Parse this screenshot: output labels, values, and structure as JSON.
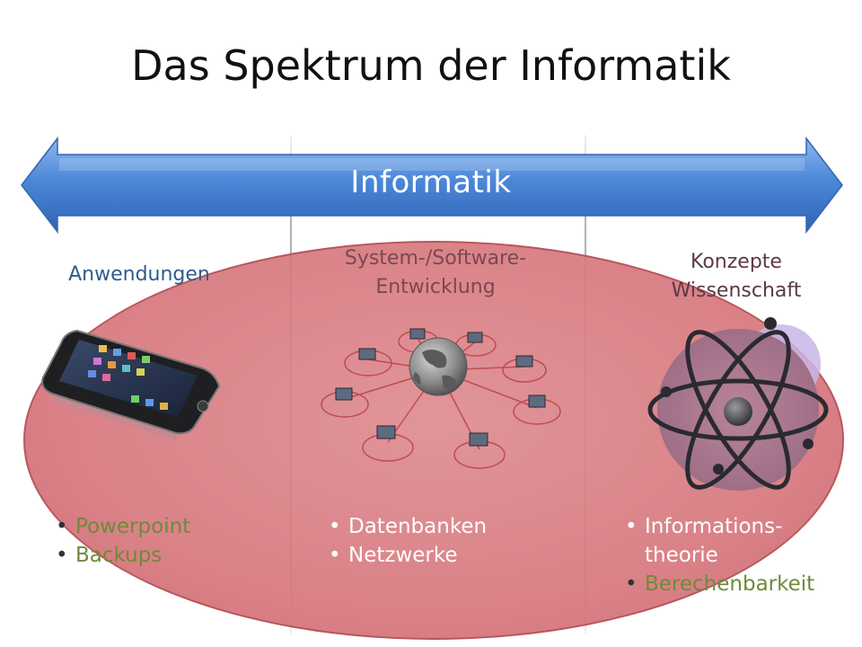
{
  "title": "Das Spektrum der Informatik",
  "arrow_label": "Informatik",
  "columns": [
    {
      "heading": "Anwendungen",
      "icon": "smartphone-icon",
      "bullets": [
        "Powerpoint",
        "Backups"
      ]
    },
    {
      "heading": "System-/Software-\nEntwicklung",
      "icon": "network-globe-icon",
      "bullets": [
        "Datenbanken",
        "Netzwerke"
      ]
    },
    {
      "heading": "Konzepte\nWissenschaft",
      "icon": "atom-icon",
      "bullets": [
        "Informations-\ntheorie",
        "Berechenbarkeit"
      ]
    }
  ],
  "colors": {
    "arrow": "#4a86d6",
    "ellipse": "#d97a80",
    "bullet_green": "#6e8a3a",
    "heading_blue": "#2e5c8e"
  }
}
